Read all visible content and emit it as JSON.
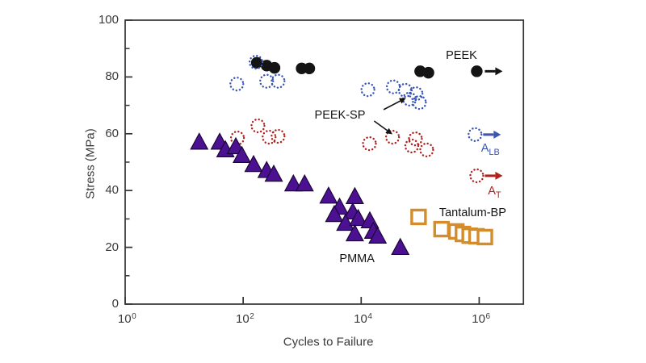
{
  "figure": {
    "background": "#ffffff",
    "axis_color": "#333333",
    "text_color": "#3a3a3a"
  },
  "chart_data": {
    "type": "scatter",
    "title": "",
    "xlabel": "Cycles to Failure",
    "ylabel": "Stress (MPa)",
    "x_scale": "log10",
    "x_tick_exponents": [
      0,
      2,
      4,
      6
    ],
    "x_range_exponents": [
      0,
      6.75
    ],
    "ylim": [
      0,
      100
    ],
    "y_major_ticks": [
      0,
      20,
      40,
      60,
      80,
      100
    ],
    "y_minor_ticks": [
      10,
      30,
      50,
      70,
      90
    ],
    "grid": false,
    "legend_position": "in-plot annotations",
    "series": [
      {
        "name": "PEEK-SP A_T",
        "marker": "circle-dotted",
        "color": "#ae211d",
        "points": [
          [
            80,
            58.5
          ],
          [
            178,
            62.8
          ],
          [
            275,
            58.8
          ],
          [
            390,
            59.1
          ],
          [
            13800,
            56.5
          ],
          [
            34000,
            58.8
          ],
          [
            83000,
            58.2
          ],
          [
            72000,
            55.7
          ],
          [
            129000,
            54.3
          ]
        ],
        "runout_points": [
          [
            910000,
            45.2
          ]
        ]
      },
      {
        "name": "PMMA",
        "marker": "triangle-filled",
        "color": "#4c1193",
        "edge_color": "#1c0636",
        "points": [
          [
            18,
            57
          ],
          [
            40,
            57
          ],
          [
            50,
            54.3
          ],
          [
            75,
            55.4
          ],
          [
            95,
            52.3
          ],
          [
            150,
            49.1
          ],
          [
            250,
            47
          ],
          [
            330,
            45.7
          ],
          [
            710,
            42.3
          ],
          [
            1100,
            42.3
          ],
          [
            2800,
            38
          ],
          [
            7800,
            37.8
          ],
          [
            4300,
            34.1
          ],
          [
            3500,
            31.5
          ],
          [
            7200,
            32.4
          ],
          [
            5400,
            28.4
          ],
          [
            8900,
            30.1
          ],
          [
            14000,
            29.3
          ],
          [
            7800,
            24.7
          ],
          [
            16000,
            25.6
          ],
          [
            19000,
            23.9
          ],
          [
            46000,
            19.9
          ]
        ],
        "runout_points": []
      },
      {
        "name": "Tantalum-BP",
        "marker": "square-open",
        "color": "#d38d2a",
        "points": [
          [
            94000,
            30.7
          ],
          [
            230000,
            26.4
          ],
          [
            410000,
            25.6
          ],
          [
            530000,
            24.7
          ],
          [
            690000,
            24.1
          ],
          [
            900000,
            23.9
          ],
          [
            1250000,
            23.6
          ]
        ],
        "runout_points": []
      },
      {
        "name": "PEEK",
        "marker": "circle-filled",
        "color": "#141414",
        "points": [
          [
            170,
            85
          ],
          [
            250,
            84
          ],
          [
            340,
            83.2
          ],
          [
            980,
            83
          ],
          [
            1320,
            83
          ],
          [
            100000,
            82
          ],
          [
            138000,
            81.5
          ]
        ],
        "runout_points": [
          [
            910000,
            82
          ]
        ]
      },
      {
        "name": "PEEK-SP A_LB",
        "marker": "circle-dotted",
        "color": "#3a55b2",
        "points": [
          [
            165,
            85.2
          ],
          [
            78,
            77.5
          ],
          [
            250,
            78.5
          ],
          [
            390,
            78.5
          ],
          [
            13000,
            75.5
          ],
          [
            35000,
            76.5
          ],
          [
            56000,
            75.3
          ],
          [
            85000,
            74.1
          ],
          [
            66000,
            72.2
          ],
          [
            97000,
            71
          ]
        ],
        "runout_points": [
          [
            851000,
            59.7
          ]
        ]
      }
    ]
  },
  "annotations": [
    {
      "id": "peek",
      "text": "PEEK",
      "color": "#141414",
      "exp": 5.7,
      "stress": 87.5
    },
    {
      "id": "peek-sp",
      "text": "PEEK-SP",
      "color": "#141414",
      "exp": 3.64,
      "stress": 66.5
    },
    {
      "id": "pmma",
      "text": "PMMA",
      "color": "#141414",
      "exp": 3.93,
      "stress": 16.0
    },
    {
      "id": "tantalum-bp",
      "text": "Tantalum-BP",
      "color": "#141414",
      "exp": 5.89,
      "stress": 32.0
    },
    {
      "id": "a-lb",
      "main": "A",
      "sub": "LB",
      "color": "#3a55b2",
      "exp": 6.19,
      "stress": 54.8
    },
    {
      "id": "a-t",
      "main": "A",
      "sub": "T",
      "color": "#ae211d",
      "exp": 6.26,
      "stress": 39.8
    }
  ],
  "callout_arrows": [
    {
      "id": "peek-sp-arrow-upper",
      "color": "#141414",
      "from": {
        "exp": 4.38,
        "stress": 68.5
      },
      "to": {
        "exp": 4.76,
        "stress": 72.6
      }
    },
    {
      "id": "peek-sp-arrow-lower",
      "color": "#141414",
      "from": {
        "exp": 4.22,
        "stress": 64.5
      },
      "to": {
        "exp": 4.53,
        "stress": 59.8
      }
    }
  ]
}
